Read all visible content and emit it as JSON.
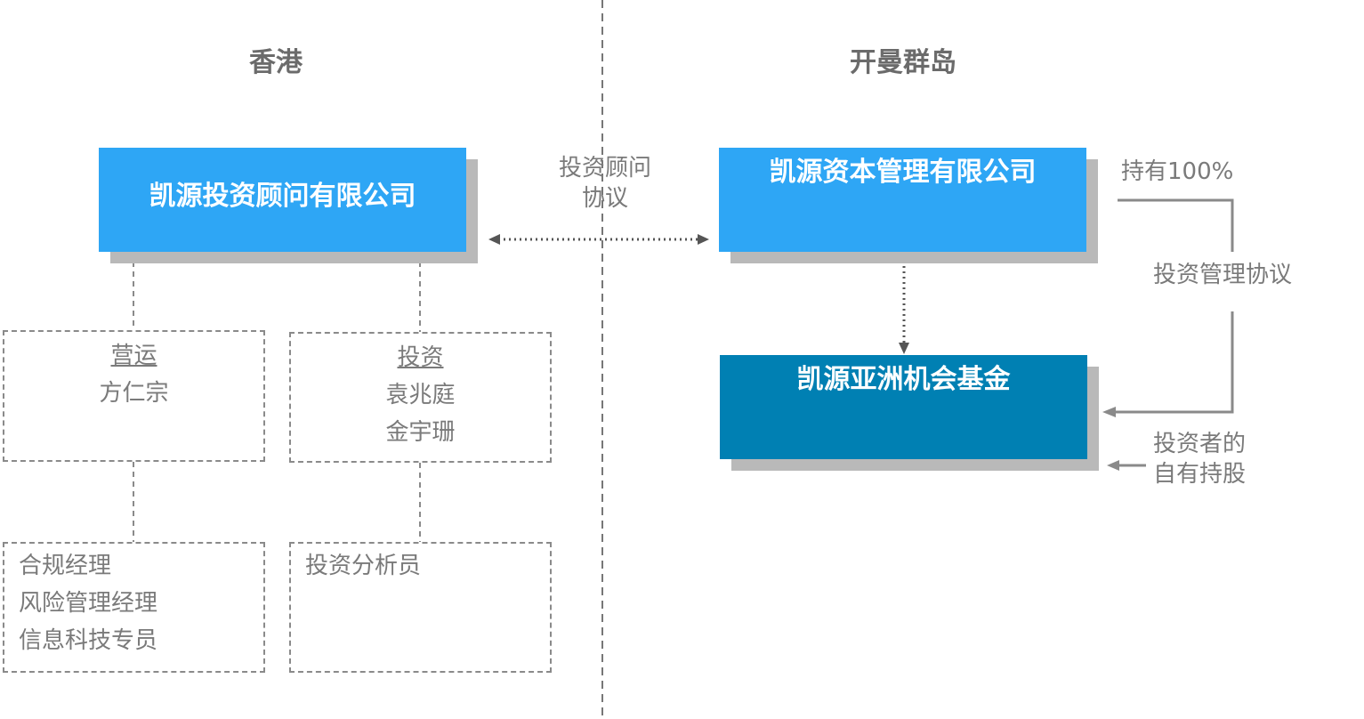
{
  "regions": {
    "left": "香港",
    "right": "开曼群岛"
  },
  "entities": {
    "hk_advisor": "凯源投资顾问有限公司",
    "cayman_manager": "凯源资本管理有限公司",
    "fund": "凯源亚洲机会基金"
  },
  "labels": {
    "advisory_agreement_line1": "投资顾问",
    "advisory_agreement_line2": "协议",
    "holding": "持有100%",
    "mgmt_agreement": "投资管理协议",
    "investor_line1": "投资者的",
    "investor_line2": "自有持股"
  },
  "teams": {
    "operations": {
      "title": "营运",
      "members": [
        "方仁宗"
      ]
    },
    "investment": {
      "title": "投资",
      "members": [
        "袁兆庭",
        "金宇珊"
      ]
    }
  },
  "roles": {
    "operations_roles": [
      "合规经理",
      "风险管理经理",
      "信息科技专员"
    ],
    "investment_roles": [
      "投资分析员"
    ]
  },
  "colors": {
    "box_light": "#2ea6f5",
    "box_dark": "#0080b3",
    "shadow": "#b9b9b9",
    "text_gray": "#7a7a7a"
  }
}
